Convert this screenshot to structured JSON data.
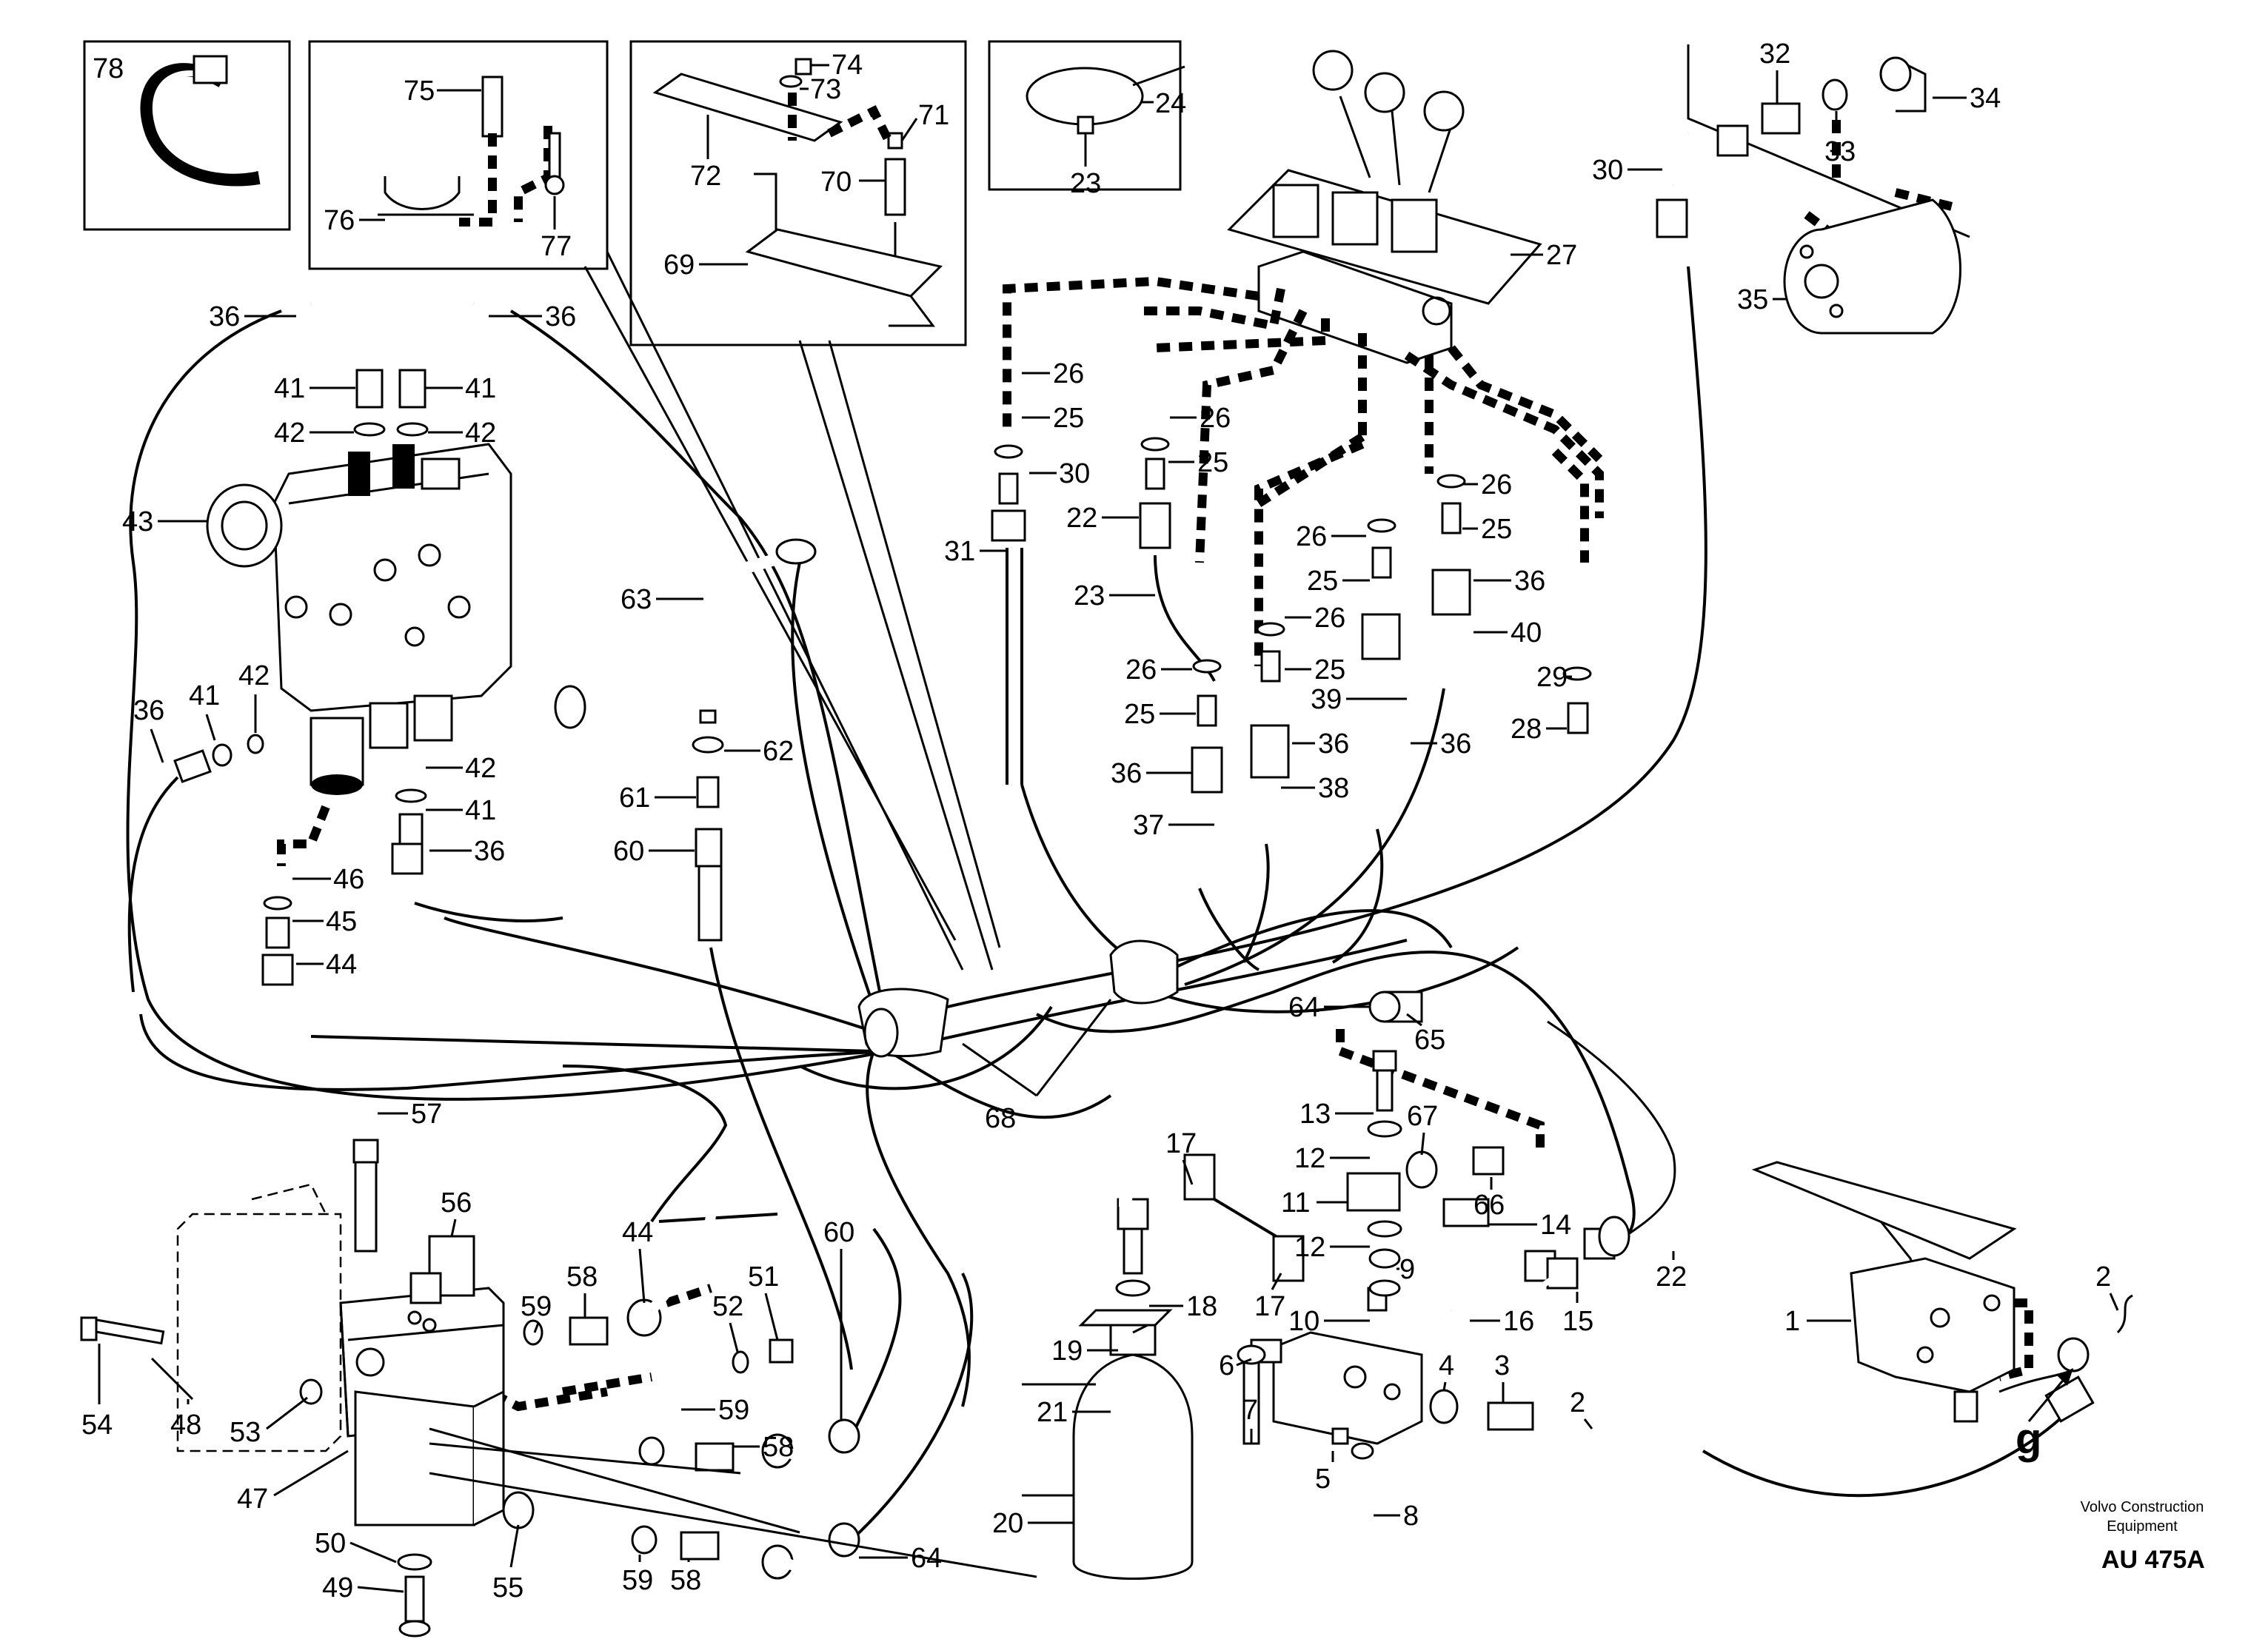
{
  "diagram": {
    "brand_line1": "Volvo Construction",
    "brand_line2": "Equipment",
    "figure_code": "AU 475A",
    "view_letter": "g"
  },
  "labels": {
    "p1": "1",
    "p2": "2",
    "p2b": "2",
    "p3": "3",
    "p4": "4",
    "p5": "5",
    "p6": "6",
    "p7": "7",
    "p8": "8",
    "p9": "9",
    "p10": "10",
    "p11": "11",
    "p12": "12",
    "p12b": "12",
    "p13": "13",
    "p14": "14",
    "p15": "15",
    "p16": "16",
    "p17": "17",
    "p17b": "17",
    "p18": "18",
    "p19": "19",
    "p20": "20",
    "p21": "21",
    "p22": "22",
    "p22b": "22",
    "p23": "23",
    "p23b": "23",
    "p24": "24",
    "p25a": "25",
    "p25b": "25",
    "p25c": "25",
    "p25d": "25",
    "p25e": "25",
    "p25f": "25",
    "p26a": "26",
    "p26b": "26",
    "p26c": "26",
    "p26d": "26",
    "p26e": "26",
    "p26f": "26",
    "p27": "27",
    "p28": "28",
    "p29": "29",
    "p30": "30",
    "p30b": "30",
    "p31": "31",
    "p32": "32",
    "p33": "33",
    "p34": "34",
    "p35": "35",
    "p36a": "36",
    "p36b": "36",
    "p36c": "36",
    "p36d": "36",
    "p36e": "36",
    "p36f": "36",
    "p36g": "36",
    "p36h": "36",
    "p37": "37",
    "p38": "38",
    "p39": "39",
    "p40": "40",
    "p41a": "41",
    "p41b": "41",
    "p41c": "41",
    "p41d": "41",
    "p42a": "42",
    "p42b": "42",
    "p42c": "42",
    "p42d": "42",
    "p43": "43",
    "p44": "44",
    "p44b": "44",
    "p45": "45",
    "p46": "46",
    "p47": "47",
    "p48": "48",
    "p49": "49",
    "p50": "50",
    "p51": "51",
    "p52": "52",
    "p53": "53",
    "p54": "54",
    "p55": "55",
    "p56": "56",
    "p57": "57",
    "p58a": "58",
    "p58b": "58",
    "p58c": "58",
    "p59a": "59",
    "p59b": "59",
    "p59c": "59",
    "p60": "60",
    "p60b": "60",
    "p61": "61",
    "p62": "62",
    "p63": "63",
    "p64": "64",
    "p64b": "64",
    "p65": "65",
    "p66": "66",
    "p67": "67",
    "p68": "68",
    "p69": "69",
    "p70": "70",
    "p71": "71",
    "p72": "72",
    "p73": "73",
    "p74": "74",
    "p75": "75",
    "p76": "76",
    "p77": "77",
    "p78": "78"
  }
}
